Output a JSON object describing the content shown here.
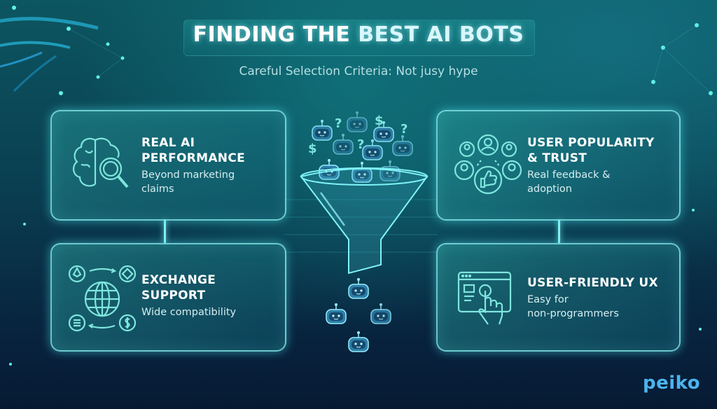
{
  "header": {
    "title_part1": "FINDING THE ",
    "title_part2": "BEST AI BOTS",
    "subtitle": "Careful Selection Criteria: Not jusy hype"
  },
  "cards": [
    {
      "id": "real-ai-performance",
      "heading_line1": "REAL AI",
      "heading_line2": "PERFORMANCE",
      "desc_line1": "Beyond marketing",
      "desc_line2": "claims",
      "icon": "brain-magnifier-icon"
    },
    {
      "id": "user-popularity-trust",
      "heading_line1": "USER POPULARITY",
      "heading_line2": "& TRUST",
      "desc_line1": "Real feedback &",
      "desc_line2": "adoption",
      "icon": "users-thumbs-up-icon"
    },
    {
      "id": "exchange-support",
      "heading_line1": "EXCHANGE",
      "heading_line2": "SUPPORT",
      "desc_line1": "Wide compatibility",
      "desc_line2": "",
      "icon": "globe-crypto-exchange-icon"
    },
    {
      "id": "user-friendly-ux",
      "heading_line1": "USER-FRIENDLY UX",
      "heading_line2": "",
      "desc_line1": "Easy for",
      "desc_line2": "non-programmers",
      "icon": "browser-tap-icon"
    }
  ],
  "center_graphic": {
    "description": "funnel filtering robot bots",
    "floating_symbols": [
      "?",
      "?",
      "?",
      "$",
      "$"
    ]
  },
  "brand": {
    "logo_text": "peiko"
  },
  "colors": {
    "accent": "#7ff3f6",
    "logo": "#4cb4ee",
    "background_top": "#0c5660",
    "background_bottom": "#071a33"
  }
}
